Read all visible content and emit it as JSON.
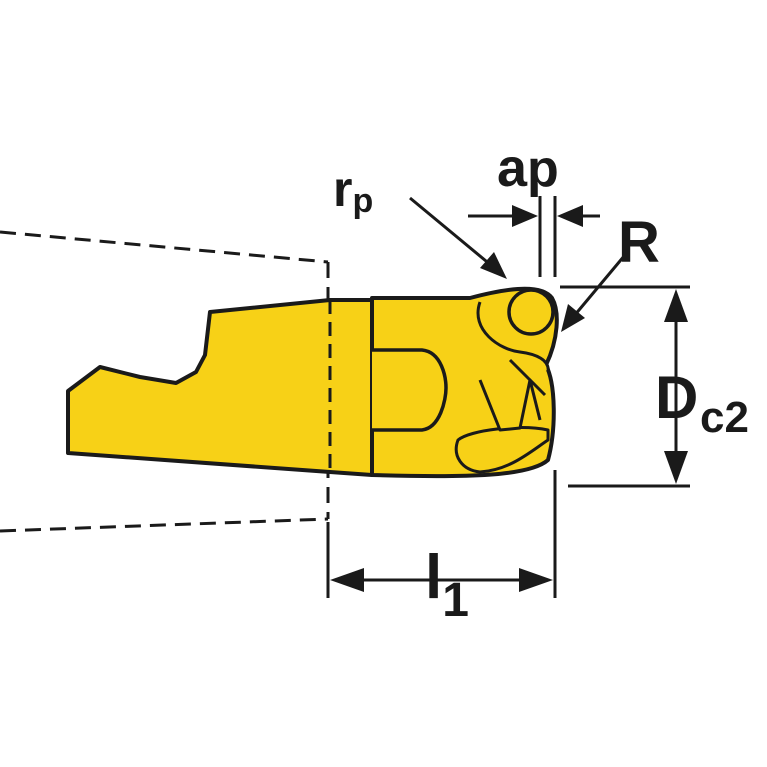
{
  "labels": {
    "rp_main": "r",
    "rp_sub": "p",
    "ap_main": "a",
    "ap_sub": "p",
    "R": "R",
    "dc2_main": "D",
    "dc2_sub": "c2",
    "l1_main": "l",
    "l1_sub": "1"
  },
  "colors": {
    "insert_fill": "#f7d117",
    "outline": "#1a1a1a",
    "background": "#ffffff"
  }
}
